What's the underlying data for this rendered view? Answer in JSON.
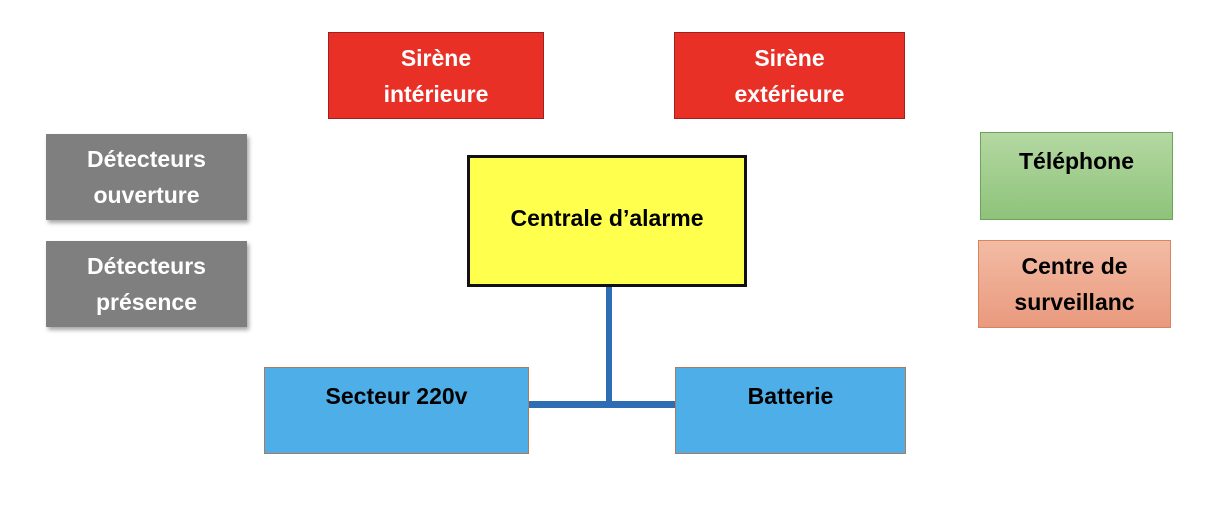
{
  "sirens": {
    "interior": [
      "Sirène",
      "intérieure"
    ],
    "exterior": [
      "Sirène",
      "extérieure"
    ]
  },
  "detectors": {
    "opening": [
      "Détecteurs",
      "ouverture"
    ],
    "presence": [
      "Détecteurs",
      "présence"
    ]
  },
  "central": {
    "label": "Centrale d’alarme"
  },
  "power": {
    "mains": "Secteur 220v",
    "battery": "Batterie"
  },
  "communication": {
    "phone": "Téléphone",
    "monitoring": [
      "Centre de",
      "surveillanc"
    ]
  },
  "colors": {
    "siren": "#e83027",
    "detector": "#7f7f7f",
    "central": "#ffff4d",
    "power": "#4eaee8",
    "phone": "#a2cd8e",
    "monitoring": "#eeab91",
    "wire": "#2e6db4"
  }
}
